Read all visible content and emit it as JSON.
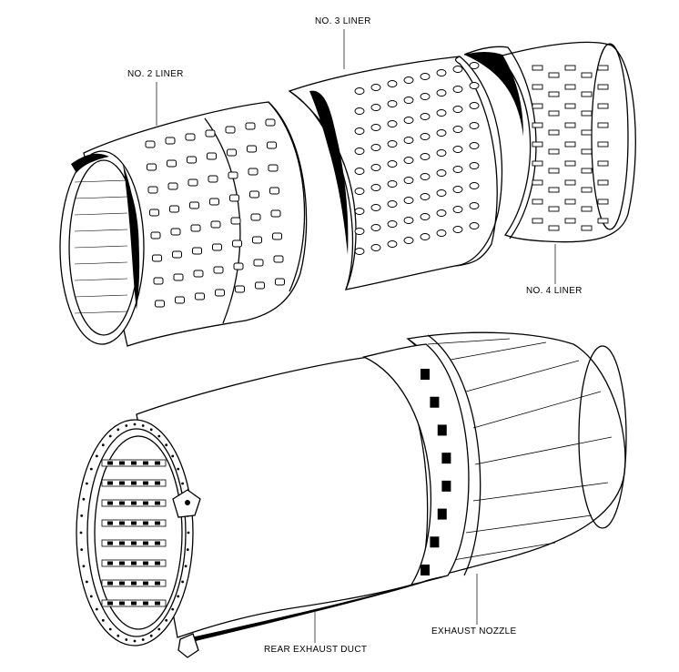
{
  "labels": {
    "no2_liner": "NO. 2 LINER",
    "no3_liner": "NO. 3 LINER",
    "no4_liner": "NO. 4 LINER",
    "rear_exhaust_duct": "REAR EXHAUST DUCT",
    "exhaust_nozzle": "EXHAUST NOZZLE"
  },
  "colors": {
    "ink": "#000000",
    "paper": "#ffffff"
  }
}
